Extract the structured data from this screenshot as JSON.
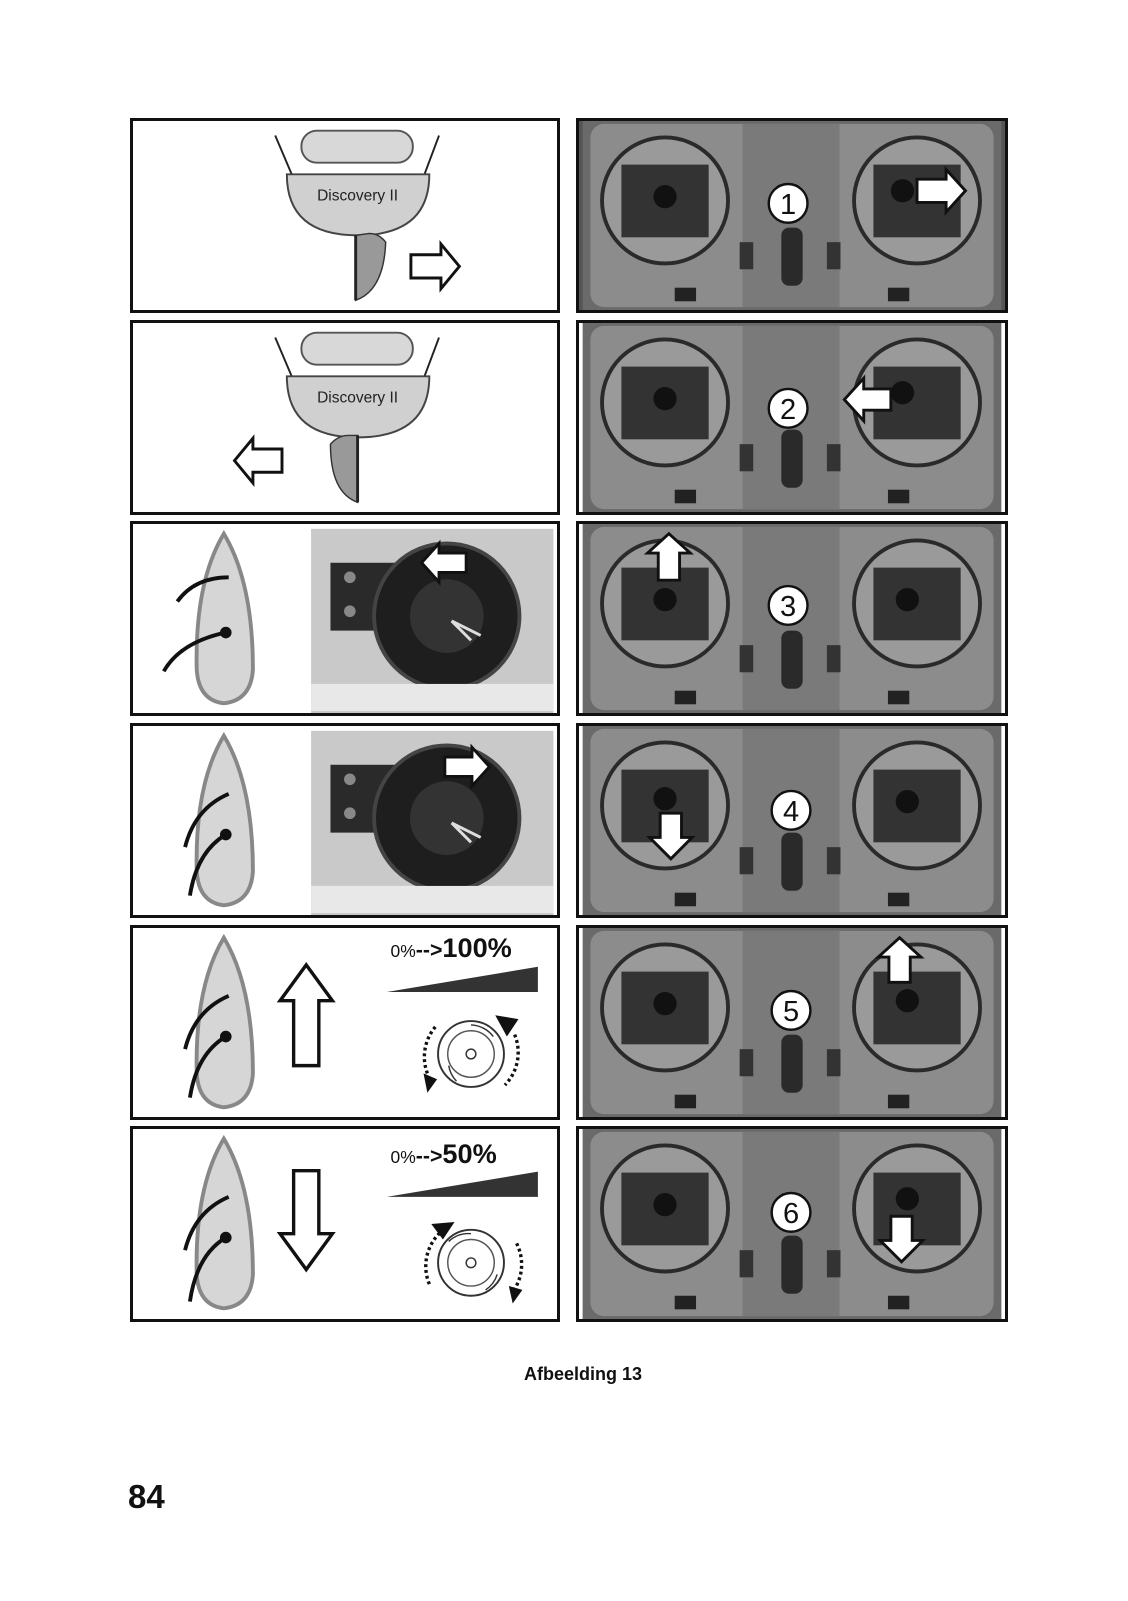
{
  "rows": [
    {
      "left": {
        "kind": "heli-body",
        "label": "Discovery II",
        "tail": "right",
        "arrow": "right"
      },
      "right": {
        "step": "1",
        "stick": "right",
        "arrow": "right"
      }
    },
    {
      "left": {
        "kind": "heli-body",
        "label": "Discovery II",
        "tail": "left",
        "arrow": "left"
      },
      "right": {
        "step": "2",
        "stick": "right",
        "arrow": "left"
      }
    },
    {
      "left": {
        "kind": "servo",
        "servo_arrow": "left"
      },
      "right": {
        "step": "3",
        "stick": "left",
        "arrow": "up"
      }
    },
    {
      "left": {
        "kind": "servo",
        "servo_arrow": "right"
      },
      "right": {
        "step": "4",
        "stick": "left",
        "arrow": "down"
      }
    },
    {
      "left": {
        "kind": "throttle",
        "from": "0%",
        "sep": "-->",
        "to": "100%",
        "arrow": "up",
        "rotation": "cw"
      },
      "right": {
        "step": "5",
        "stick": "right",
        "arrow": "up"
      }
    },
    {
      "left": {
        "kind": "throttle",
        "from": "0%",
        "sep": "-->",
        "to": "50%",
        "arrow": "down",
        "rotation": "ccw"
      },
      "right": {
        "step": "6",
        "stick": "right",
        "arrow": "down"
      }
    }
  ],
  "caption": "Afbeelding 13",
  "page_number": "84",
  "colors": {
    "frame": "#111111",
    "photo_dark": "#3a3a3a",
    "photo_mid": "#8a8a8a",
    "photo_light": "#c8c8c8"
  }
}
